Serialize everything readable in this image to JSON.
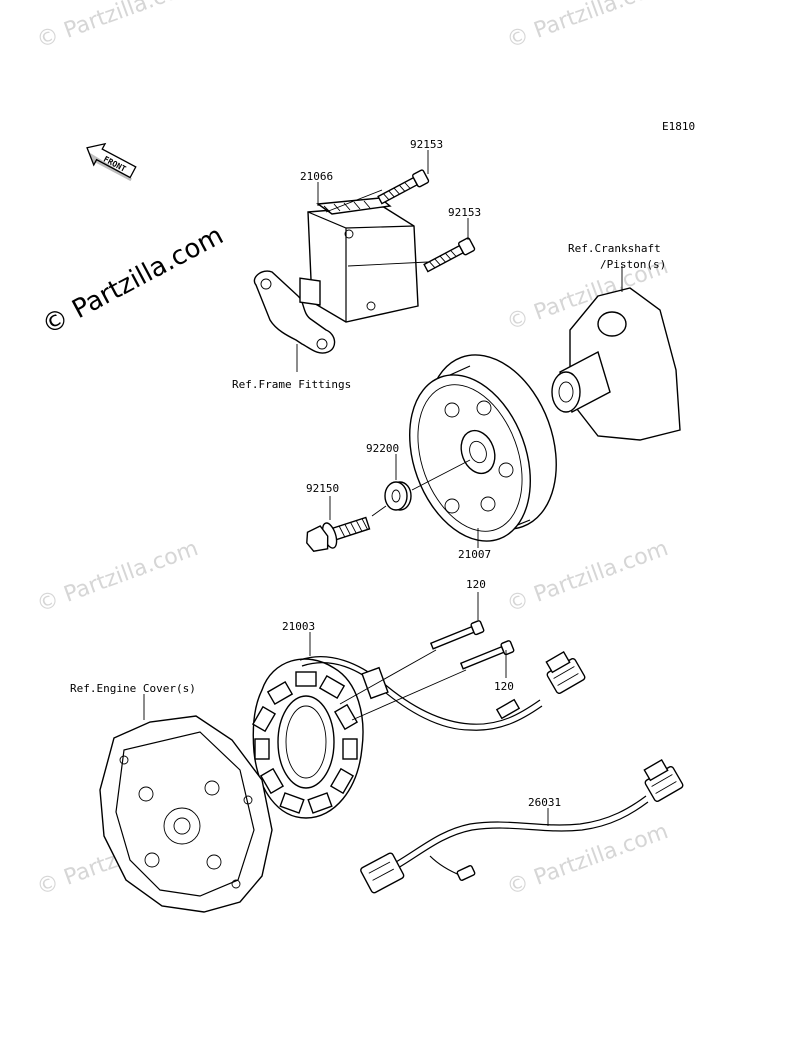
{
  "diagram_code": "E1810",
  "front_label": "FRONT",
  "brand_watermark": "© Partzilla.com",
  "watermark_text": "© Partzilla.com",
  "callouts": {
    "bolt_upper": "92153",
    "bolt_lower": "92153",
    "regulator": "21066",
    "frame_fittings": "Ref.Frame Fittings",
    "crankshaft_line1": "Ref.Crankshaft",
    "crankshaft_line2": "/Piston(s)",
    "washer": "92200",
    "flange_bolt": "92150",
    "rotor": "21007",
    "stator_bolt_upper": "120",
    "stator_bolt_lower": "120",
    "stator": "21003",
    "engine_cover": "Ref.Engine Cover(s)",
    "lead": "26031"
  }
}
